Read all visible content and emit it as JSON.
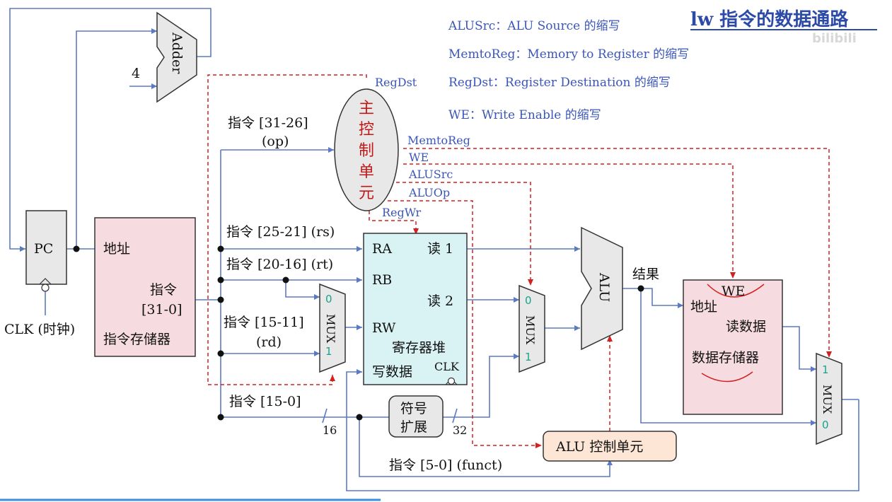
{
  "title": "lw 指令的数据通路",
  "notes": [
    "ALUSrc：ALU Source 的缩写",
    "MemtoReg：Memory to Register 的缩写",
    "RegDst：Register Destination 的缩写",
    "WE：Write Enable 的缩写"
  ],
  "watermark": "bilibili",
  "adder": {
    "label": "Adder",
    "const4": "4"
  },
  "pc": {
    "label": "PC",
    "clk": "CLK (时钟)"
  },
  "imem": {
    "addr": "地址",
    "instr": "指令",
    "range": "[31-0]",
    "name": "指令存储器"
  },
  "fields": {
    "op": "指令 [31-26]",
    "op_sub": "(op)",
    "rs": "指令 [25-21] (rs)",
    "rt": "指令 [20-16] (rt)",
    "rd": "指令 [15-11]",
    "rd_sub": "(rd)",
    "imm": "指令 [15-0]",
    "funct": "指令 [5-0] (funct)"
  },
  "control": {
    "chars": [
      "主",
      "控",
      "制",
      "单",
      "元"
    ],
    "regdst": "RegDst",
    "memtoreg": "MemtoReg",
    "we": "WE",
    "alusrc": "ALUSrc",
    "aluop": "ALUOp",
    "regwr": "RegWr"
  },
  "regfile": {
    "ra": "RA",
    "rb": "RB",
    "rw": "RW",
    "wd": "写数据",
    "read1": "读 1",
    "read2": "读 2",
    "name": "寄存器堆",
    "clk": "CLK"
  },
  "mux": {
    "label": "MUX",
    "zero": "0",
    "one": "1"
  },
  "signext": {
    "line1": "符号",
    "line2": "扩展",
    "in_width": "16",
    "out_width": "32"
  },
  "alu": {
    "label": "ALU",
    "result": "结果"
  },
  "alu_control": "ALU 控制单元",
  "dmem": {
    "we": "WE",
    "addr": "地址",
    "read": "读数据",
    "name": "数据存储器"
  }
}
